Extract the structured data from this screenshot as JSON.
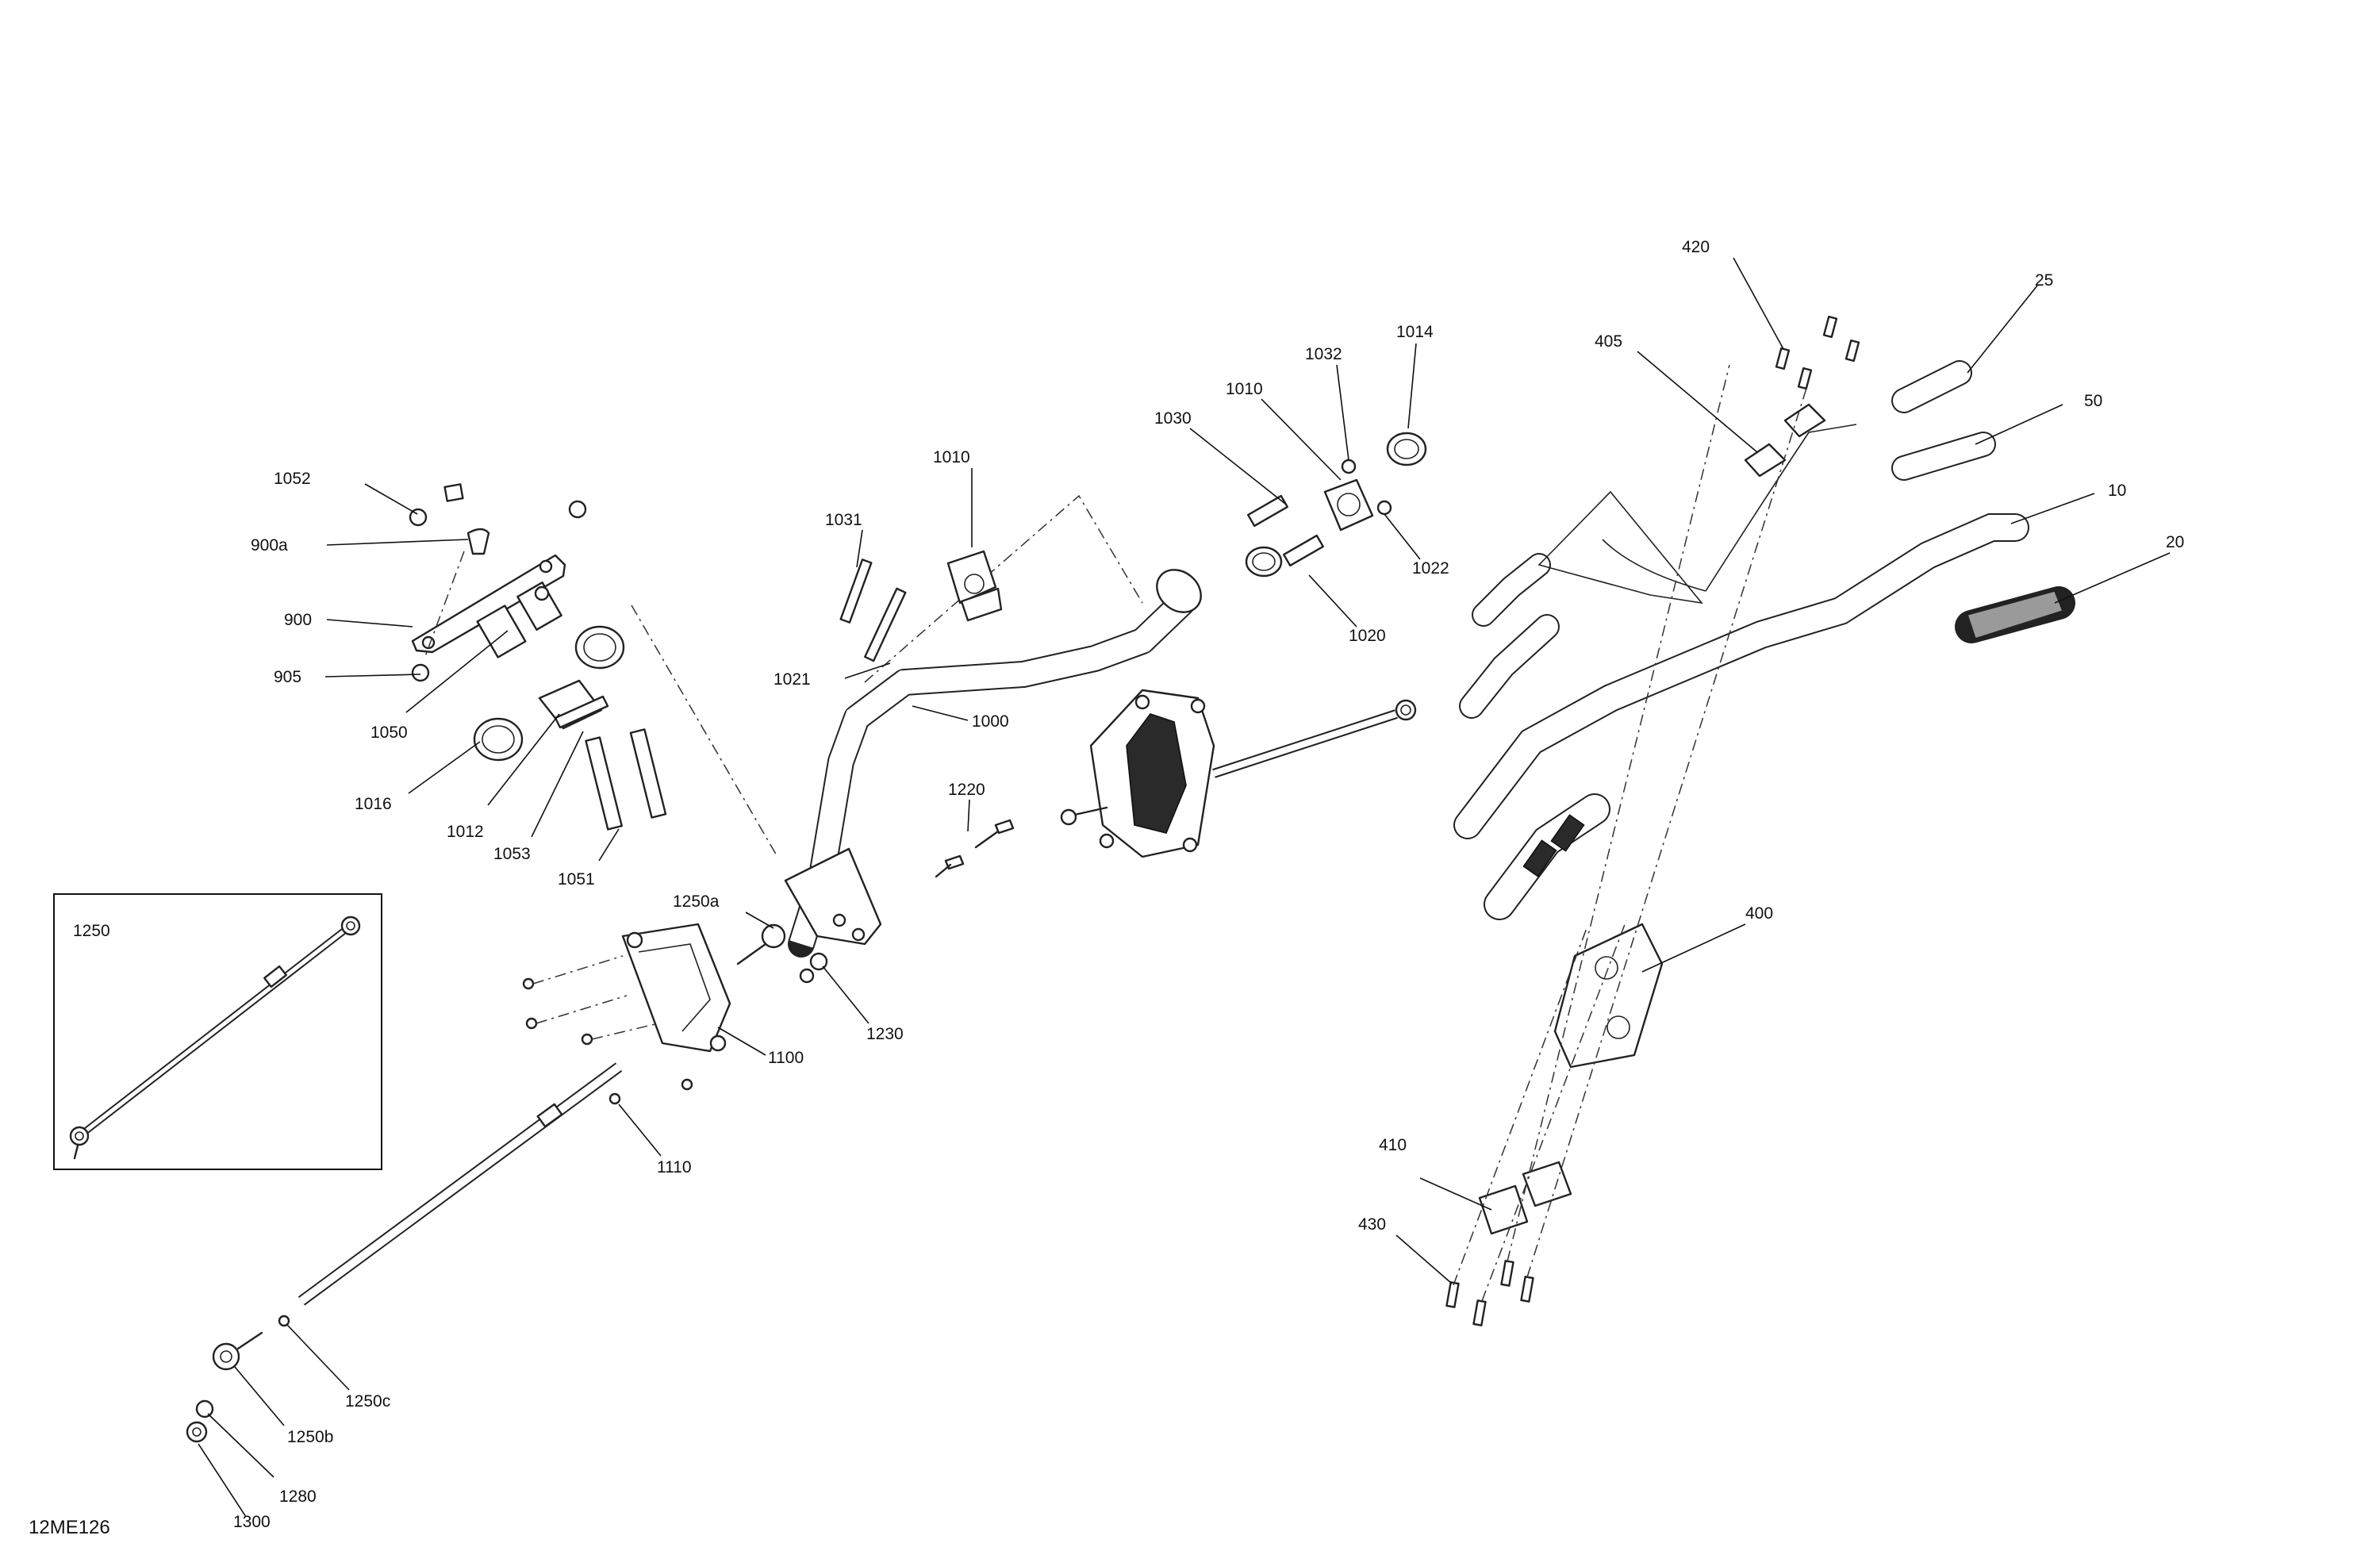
{
  "figure_code": "12ME126",
  "inset": {
    "label": "1250"
  },
  "callouts": [
    {
      "id": "c1052",
      "text": "1052"
    },
    {
      "id": "c900a",
      "text": "900a"
    },
    {
      "id": "c900",
      "text": "900"
    },
    {
      "id": "c905",
      "text": "905"
    },
    {
      "id": "c1050",
      "text": "1050"
    },
    {
      "id": "c1016",
      "text": "1016"
    },
    {
      "id": "c1012",
      "text": "1012"
    },
    {
      "id": "c1053",
      "text": "1053"
    },
    {
      "id": "c1051",
      "text": "1051"
    },
    {
      "id": "c1010a",
      "text": "1010"
    },
    {
      "id": "c1031",
      "text": "1031"
    },
    {
      "id": "c1021",
      "text": "1021"
    },
    {
      "id": "c1000",
      "text": "1000"
    },
    {
      "id": "c1030",
      "text": "1030"
    },
    {
      "id": "c1010b",
      "text": "1010"
    },
    {
      "id": "c1032",
      "text": "1032"
    },
    {
      "id": "c1014",
      "text": "1014"
    },
    {
      "id": "c1022",
      "text": "1022"
    },
    {
      "id": "c1020",
      "text": "1020"
    },
    {
      "id": "c1220",
      "text": "1220"
    },
    {
      "id": "c1250a",
      "text": "1250a"
    },
    {
      "id": "c1230",
      "text": "1230"
    },
    {
      "id": "c1100",
      "text": "1100"
    },
    {
      "id": "c1110",
      "text": "1110"
    },
    {
      "id": "c1250c",
      "text": "1250c"
    },
    {
      "id": "c1250b",
      "text": "1250b"
    },
    {
      "id": "c1280",
      "text": "1280"
    },
    {
      "id": "c1300",
      "text": "1300"
    },
    {
      "id": "c420",
      "text": "420"
    },
    {
      "id": "c405",
      "text": "405"
    },
    {
      "id": "c25",
      "text": "25"
    },
    {
      "id": "c50",
      "text": "50"
    },
    {
      "id": "c10",
      "text": "10"
    },
    {
      "id": "c20",
      "text": "20"
    },
    {
      "id": "c400",
      "text": "400"
    },
    {
      "id": "c410",
      "text": "410"
    },
    {
      "id": "c430",
      "text": "430"
    }
  ]
}
